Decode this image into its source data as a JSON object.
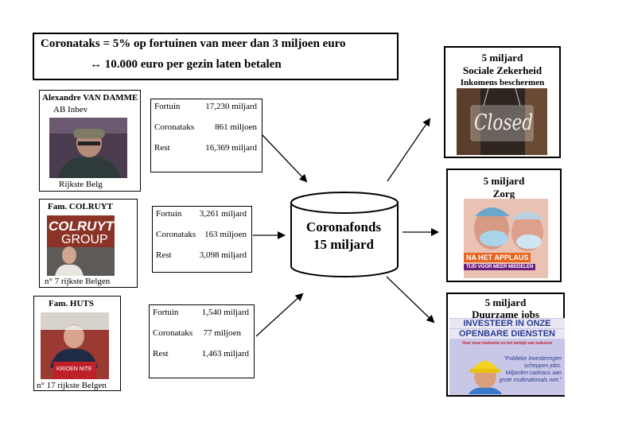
{
  "header": {
    "line1": "Coronataks = 5% op fortuinen van meer dan 3 miljoen euro",
    "line2": "↔  10.000 euro per gezin laten betalen"
  },
  "persons": [
    {
      "name": "Alexandre VAN DAMME",
      "company": "AB Inbev",
      "rank": "Rijkste Belg",
      "fortune_label": "Fortuin",
      "fortune": "17,230 miljard",
      "tax_label": "Coronataks",
      "tax": "861 miljoen",
      "rest_label": "Rest",
      "rest": "16,369 miljard"
    },
    {
      "name": "Fam. COLRUYT",
      "company": "",
      "rank": "n° 7 rijkste Belgen",
      "logo_line1": "COLRUYT",
      "logo_line2": "GROUP",
      "fortune_label": "Fortuin",
      "fortune": "3,261 miljard",
      "tax_label": "Coronataks",
      "tax": "163 miljoen",
      "rest_label": "Rest",
      "rest": "3,098 miljard"
    },
    {
      "name": "Fam. HUTS",
      "company": "",
      "rank": "n° 17 rijkste Belgen",
      "logo_text": "KRIOEN NITE",
      "fortune_label": "Fortuin",
      "fortune": "1,540 miljard",
      "tax_label": "Coronataks",
      "tax": "77 miljoen",
      "rest_label": "Rest",
      "rest": "1,463 miljard"
    }
  ],
  "fund": {
    "line1": "Coronafonds",
    "line2": "15 miljard"
  },
  "outputs": [
    {
      "amount": "5 miljard",
      "title": "Sociale Zekerheid",
      "subtitle": "Inkomens beschermen",
      "sign_text": "Closed"
    },
    {
      "amount": "5 miljard",
      "title": "Zorg",
      "banner1": "NA HET APPLAUS",
      "banner2": "TIJD VOOR MEER MIDDELEN"
    },
    {
      "amount": "5 miljard",
      "title": "Duurzame jobs",
      "poster_title1": "INVESTEER IN ONZE",
      "poster_title2": "OPENBARE DIENSTEN",
      "poster_sub": "Voor onze toekomst en het welzijn van iedereen",
      "quote1": "\"Publieke investeringen",
      "quote2": "scheppen jobs.",
      "quote3": "Miljarden cadeaus aan",
      "quote4": "grote multinationals niet.\""
    }
  ],
  "colors": {
    "stroke": "#000000",
    "closed_sign": "#3a2a20",
    "banner_orange": "#e8641e",
    "banner_purple": "#6a1f7a",
    "poster_blue": "#2b3a8f",
    "poster_bg": "#c9c7e8"
  }
}
